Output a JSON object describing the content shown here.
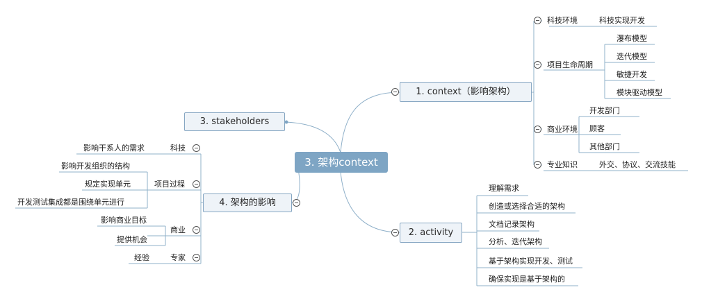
{
  "central": {
    "label": "3. 架构context"
  },
  "context": {
    "label": "1. context（影响架构）",
    "tech_env": {
      "label": "科技环境",
      "items": [
        "科技实现开发"
      ]
    },
    "lifecycle": {
      "label": "项目生命周期",
      "items": [
        "瀑布模型",
        "迭代模型",
        "敏捷开发",
        "模块驱动模型"
      ]
    },
    "business_env": {
      "label": "商业环境",
      "items": [
        "开发部门",
        "顾客",
        "其他部门"
      ]
    },
    "expertise": {
      "label": "专业知识",
      "items": [
        "外交、协议、交流技能"
      ]
    }
  },
  "activity": {
    "label": "2. activity",
    "items": [
      "理解需求",
      "创造或选择合适的架构",
      "文档记录架构",
      "分析、迭代架构",
      "基于架构实现开发、测试",
      "确保实现是基于架构的"
    ]
  },
  "stakeholders": {
    "label": "3. stakeholders"
  },
  "influence": {
    "label": "4. 架构的影响",
    "tech": {
      "label": "科技",
      "items": [
        "影响干系人的需求"
      ]
    },
    "process": {
      "label": "项目过程",
      "items": [
        "影响开发组织的结构",
        "规定实现单元",
        "开发测试集成都是围绕单元进行"
      ]
    },
    "business": {
      "label": "商业",
      "items": [
        "影响商业目标",
        "提供机会"
      ]
    },
    "expert": {
      "label": "专家",
      "items": [
        "经验"
      ]
    }
  },
  "colors": {
    "line": "#8fb0c9",
    "topic_fill": "#eef3f8",
    "topic_border": "#86a6c2",
    "central_fill": "#7ea5c4"
  }
}
